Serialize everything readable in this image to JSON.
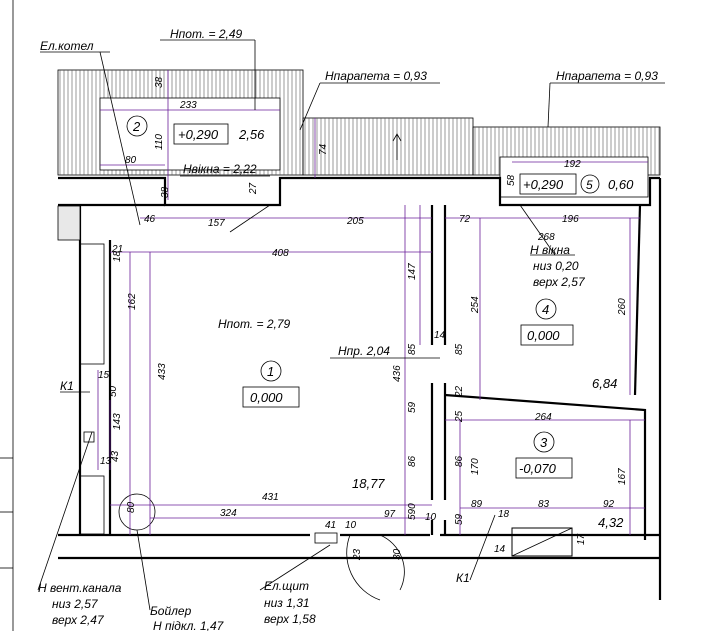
{
  "levels": {
    "ceiling_top": "Нпот. = 2,49",
    "parapet_left": "Нпарапета = 0,93",
    "parapet_right": "Нпарапета = 0,93",
    "window_sill": "Нвікна = 2,22",
    "ceiling_room1": "Нпот. = 2,79",
    "npr": "Нпр. 2,04"
  },
  "labels": {
    "el_kotel": "Ел.котел",
    "k1_left": "К1",
    "k1_bottom": "К1",
    "vent_title": "Н вент.канала",
    "vent_low": "низ 2,57",
    "vent_high": "верх 2,47",
    "boiler_title": "Бойлер",
    "boiler_sub": "Н підкл. 1,47",
    "shield_title": "Ел.щит",
    "shield_low": "низ 1,31",
    "shield_high": "верх 1,58",
    "window_title": "Н вікна",
    "window_low": "низ 0,20",
    "window_high": "верх 2,57"
  },
  "rooms": [
    {
      "num": "1",
      "level": "0,000",
      "area": "18,77"
    },
    {
      "num": "2",
      "level": "+0,290",
      "area": "2,56"
    },
    {
      "num": "3",
      "level": "-0,070",
      "area": "4,32"
    },
    {
      "num": "4",
      "level": "0,000",
      "area": "6,84"
    },
    {
      "num": "5",
      "level": "+0,290",
      "area": "0,60"
    }
  ],
  "dims": {
    "d38a": "38",
    "d233": "233",
    "d110": "110",
    "d80a": "80",
    "d74": "74",
    "d38b": "38",
    "d27": "27",
    "d46": "46",
    "d157": "157",
    "d205": "205",
    "d72": "72",
    "d196": "196",
    "d192": "192",
    "d58": "58",
    "d268": "268",
    "d408": "408",
    "d21": "21",
    "d18": "18",
    "d162": "162",
    "d147": "147",
    "d433": "433",
    "d436": "436",
    "d85a": "85",
    "d14a": "14",
    "d85b": "85",
    "d254": "254",
    "d260": "260",
    "d15": "15",
    "d50": "50",
    "d143": "143",
    "d22": "22",
    "d59a": "59",
    "d25": "25",
    "d264": "264",
    "d43": "43",
    "d13": "13",
    "d86a": "86",
    "d86b": "86",
    "d170": "170",
    "d167": "167",
    "d431": "431",
    "d80b": "80",
    "d324": "324",
    "d41": "41",
    "d10a": "10",
    "d97": "97",
    "d590": "590",
    "d10b": "10",
    "d89": "89",
    "d18b": "18",
    "d83": "83",
    "d92": "92",
    "d59b": "59",
    "d14b": "14",
    "d23": "23",
    "d30": "30",
    "d17": "17"
  }
}
